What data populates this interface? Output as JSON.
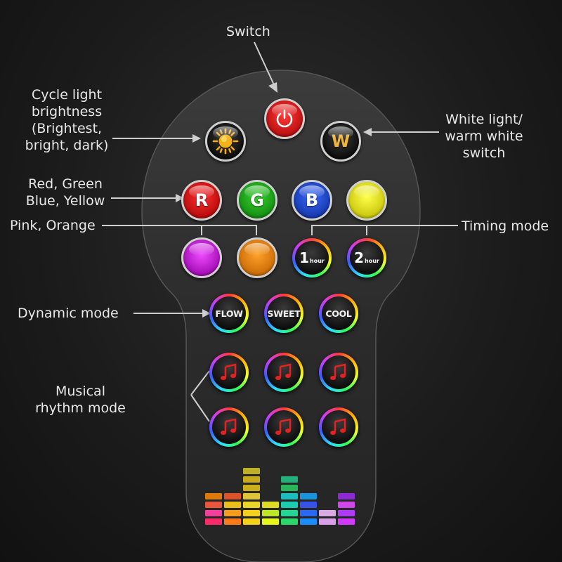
{
  "labels": {
    "switch": "Switch",
    "cycle": [
      "Cycle light",
      "brightness",
      "(Brightest,",
      "bright, dark)"
    ],
    "white": [
      "White light/",
      "warm white",
      "switch"
    ],
    "rgby": [
      "Red, Green",
      "Blue, Yellow"
    ],
    "pink_orange": "Pink, Orange",
    "timing": "Timing mode",
    "dynamic": "Dynamic mode",
    "musical": [
      "Musical",
      "rhythm mode"
    ]
  },
  "buttons": {
    "white_letter": "W",
    "red_letter": "R",
    "green_letter": "G",
    "blue_letter": "B",
    "timer1_num": "1",
    "timer2_num": "2",
    "timer_unit": "hour",
    "flow": "FLOW",
    "sweet": "SWEET",
    "cool": "COOL"
  },
  "colors": {
    "red": "#e0161a",
    "green": "#22b51e",
    "blue": "#1f4fd6",
    "yellow": "#f3ef1a",
    "pink": "#d51ee3",
    "orange": "#f08c10",
    "white_letter": "#f0b43a",
    "music_note": "#e82020"
  },
  "equalizer": [
    {
      "level": 0.55,
      "colors": [
        "#ff2a6a",
        "#ff3fa2",
        "#ff5c40",
        "#ff8a00"
      ]
    },
    {
      "level": 0.45,
      "colors": [
        "#ff7b1a",
        "#ffa21a",
        "#ffd21a",
        "#ff5a2a"
      ]
    },
    {
      "level": 0.85,
      "colors": [
        "#f5d11a",
        "#ffd81a",
        "#ffea2a",
        "#ffe03a"
      ]
    },
    {
      "level": 0.4,
      "colors": [
        "#e6f51a",
        "#c4ef22",
        "#f2f025",
        "#a8e82a"
      ]
    },
    {
      "level": 0.7,
      "colors": [
        "#2ad96a",
        "#22e09a",
        "#1ae0c0",
        "#1ad8d8"
      ]
    },
    {
      "level": 0.55,
      "colors": [
        "#1a8cff",
        "#2a6cff",
        "#3a58ff",
        "#1aa8ff"
      ]
    },
    {
      "level": 0.3,
      "colors": [
        "#d7a0e8",
        "#e2b2ef",
        "#c89ae0",
        "#f0c4f4"
      ]
    },
    {
      "level": 0.55,
      "colors": [
        "#d23bff",
        "#b43bff",
        "#e24bff",
        "#a02bf0"
      ]
    }
  ]
}
